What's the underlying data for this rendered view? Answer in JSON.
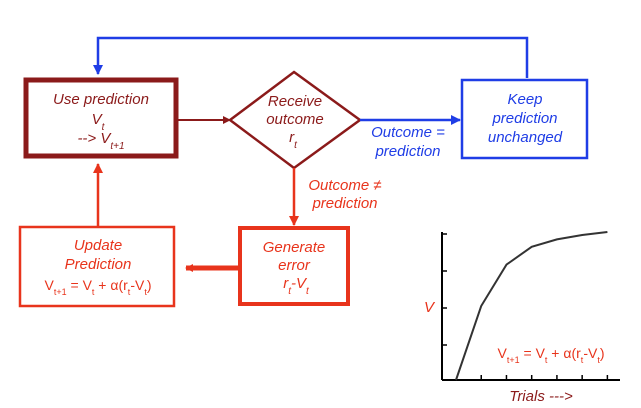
{
  "colors": {
    "dark_red": "#8b1a1a",
    "red": "#e8341c",
    "blue": "#1f3de6",
    "axis": "#000000",
    "curve": "#333333"
  },
  "use_box": {
    "title": "Use prediction",
    "v_main": "V",
    "v_sub": "t",
    "arrow_prefix": "--> V",
    "arrow_sub": "t+1"
  },
  "receive_box": {
    "line1": "Receive",
    "line2": "outcome",
    "r_main": "r",
    "r_sub": "t"
  },
  "keep_box": {
    "line1": "Keep",
    "line2": "prediction",
    "line3": "unchanged"
  },
  "outcome_equal": {
    "line1": "Outcome =",
    "line2": "prediction"
  },
  "outcome_not_equal": {
    "line1": "Outcome ≠",
    "line2": "prediction"
  },
  "generate_box": {
    "line1": "Generate",
    "line2": "error",
    "r": "r",
    "r_sub": "t",
    "minus_v": "-V",
    "v_sub": "t"
  },
  "update_box": {
    "line1": "Update",
    "line2": "Prediction",
    "eq_v": "V",
    "eq_v_sub": "t+1",
    "eq_mid": " = V",
    "eq_mid_sub": "t",
    "eq_alpha": " + α(r",
    "eq_r_sub": "t",
    "eq_minus": "-V",
    "eq_end_sub": "t",
    "eq_close": ")"
  },
  "chart": {
    "ylabel": "V",
    "xlabel": "Trials --->",
    "formula": {
      "v": "V",
      "v_sub": "t+1",
      "mid": " = V",
      "mid_sub": "t",
      "alpha": " + α(r",
      "r_sub": "t",
      "minus": "-V",
      "end_sub": "t",
      "close": ")"
    }
  },
  "chart_data": {
    "type": "line",
    "title": "",
    "xlabel": "Trials --->",
    "ylabel": "V",
    "x": [
      0,
      1,
      2,
      3,
      4,
      5,
      6
    ],
    "series": [
      {
        "values": [
          0,
          0.5,
          0.78,
          0.9,
          0.95,
          0.98,
          1.0
        ]
      }
    ],
    "xlim": [
      0,
      6.5
    ],
    "ylim": [
      0,
      1.0
    ],
    "grid": false
  }
}
